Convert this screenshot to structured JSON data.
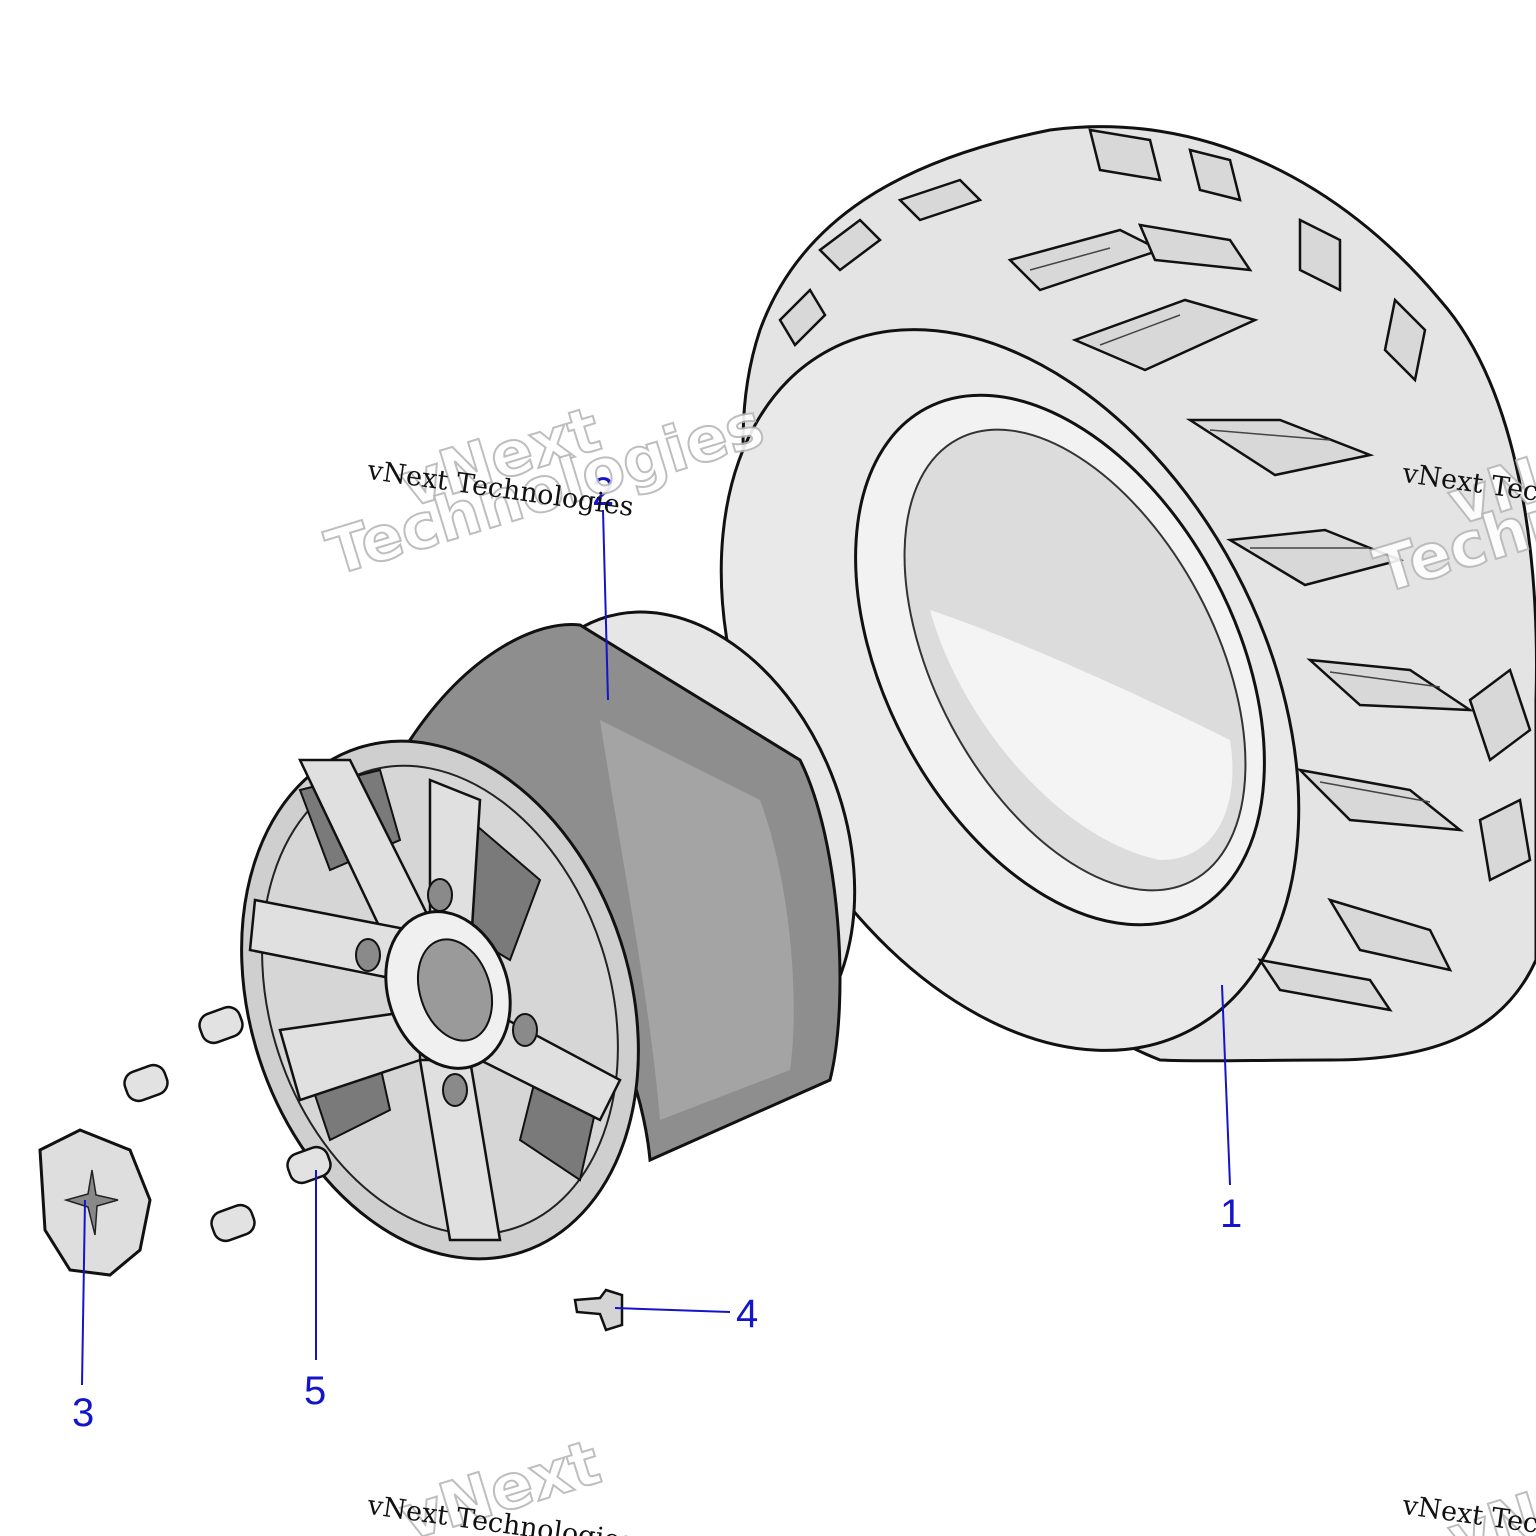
{
  "callouts": [
    {
      "id": "1",
      "label": "1"
    },
    {
      "id": "2",
      "label": "2"
    },
    {
      "id": "3",
      "label": "3"
    },
    {
      "id": "4",
      "label": "4"
    },
    {
      "id": "5",
      "label": "5"
    }
  ],
  "watermark": {
    "small": "vNext Technologies",
    "big_line1": "vNext",
    "big_line2": "Technologies"
  },
  "colors": {
    "callout": "#1414c8",
    "tire": "#e2e2e2",
    "wheel_barrel": "#8c8c8c",
    "wheel_face": "#cfcfcf",
    "outline": "#111111"
  }
}
